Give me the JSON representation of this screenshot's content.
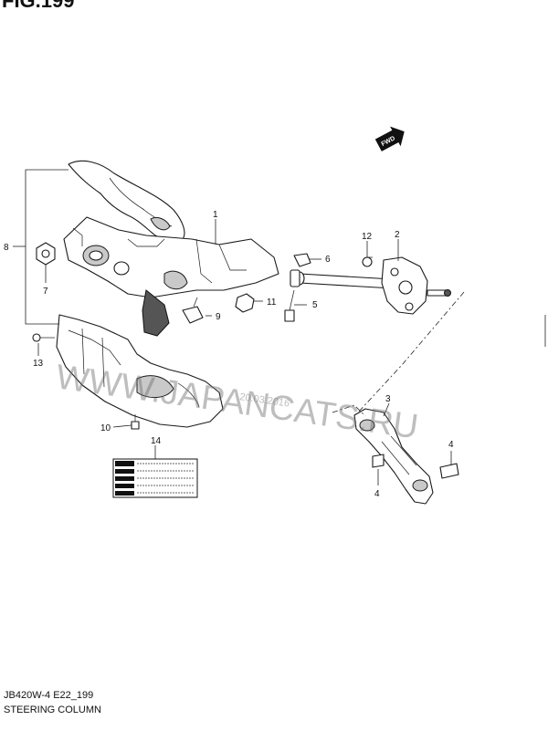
{
  "figure": {
    "title": "FIG.199"
  },
  "direction_badge": "FWD",
  "callouts": [
    {
      "id": "c1",
      "label": "1"
    },
    {
      "id": "c2",
      "label": "2"
    },
    {
      "id": "c3",
      "label": "3"
    },
    {
      "id": "c4a",
      "label": "4"
    },
    {
      "id": "c4b",
      "label": "4"
    },
    {
      "id": "c5",
      "label": "5"
    },
    {
      "id": "c6",
      "label": "6"
    },
    {
      "id": "c7",
      "label": "7"
    },
    {
      "id": "c8",
      "label": "8"
    },
    {
      "id": "c9",
      "label": "9"
    },
    {
      "id": "c10",
      "label": "10"
    },
    {
      "id": "c11",
      "label": "11"
    },
    {
      "id": "c12",
      "label": "12"
    },
    {
      "id": "c13",
      "label": "13"
    },
    {
      "id": "c14",
      "label": "14"
    }
  ],
  "watermark": {
    "site": "WWW.JAPANCATS.RU",
    "date": "20.03.2016"
  },
  "footer": {
    "code": "JB420W-4 E22_199",
    "name": "STEERING COLUMN"
  }
}
